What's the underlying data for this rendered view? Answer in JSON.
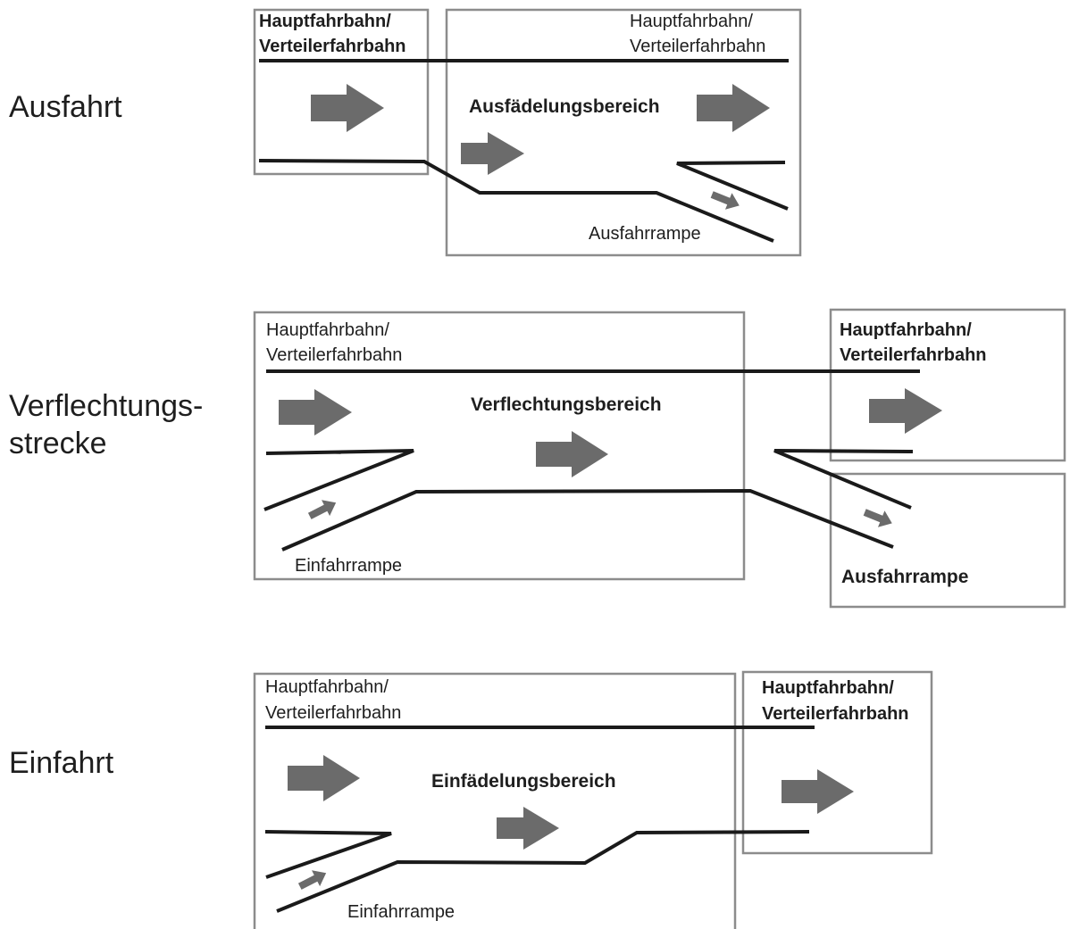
{
  "colors": {
    "road": "#1a1a1a",
    "frame": "#8c8c8c",
    "arrow": "#6b6b6b",
    "text": "#1e1e1e"
  },
  "rows": {
    "ausfahrt": {
      "label": "Ausfahrt",
      "main_road_bold": [
        "Hauptfahrbahn/",
        "Verteilerfahrbahn"
      ],
      "main_road": [
        "Hauptfahrbahn/",
        "Verteilerfahrbahn"
      ],
      "area": "Ausfädelungsbereich",
      "ramp": "Ausfahrrampe"
    },
    "verflechtung": {
      "label": [
        "Verflechtungs-",
        "strecke"
      ],
      "main_road": [
        "Hauptfahrbahn/",
        "Verteilerfahrbahn"
      ],
      "main_road_bold": [
        "Hauptfahrbahn/",
        "Verteilerfahrbahn"
      ],
      "area": "Verflechtungsbereich",
      "entry_ramp": "Einfahrrampe",
      "exit_ramp": "Ausfahrrampe"
    },
    "einfahrt": {
      "label": "Einfahrt",
      "main_road": [
        "Hauptfahrbahn/",
        "Verteilerfahrbahn"
      ],
      "main_road_bold": [
        "Hauptfahrbahn/",
        "Verteilerfahrbahn"
      ],
      "area": "Einfädelungsbereich",
      "ramp": "Einfahrrampe"
    }
  }
}
